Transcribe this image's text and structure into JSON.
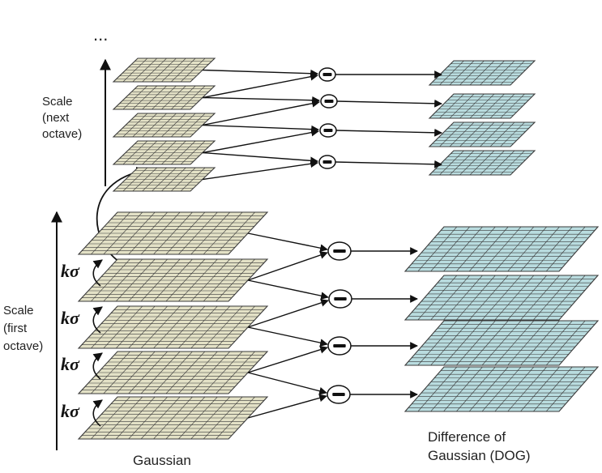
{
  "labels": {
    "dots": "...",
    "scale_next": [
      "Scale",
      "(next",
      "octave)"
    ],
    "scale_first": [
      "Scale",
      "(first",
      "octave)"
    ],
    "gaussian": "Gaussian",
    "dog": [
      "Difference of",
      "Gaussian (DOG)"
    ],
    "k_sigma": "kσ"
  },
  "octaves": [
    {
      "name": "next-octave",
      "gaussian_levels": 5,
      "dog_levels": 4
    },
    {
      "name": "first-octave",
      "gaussian_levels": 5,
      "dog_levels": 4
    }
  ],
  "operator_symbol": "−",
  "colors": {
    "gaussian_fill": "#e3e1c6",
    "dog_fill": "#b9dcdf",
    "grid_line": "#3a3a3a",
    "arrow": "#111111"
  }
}
